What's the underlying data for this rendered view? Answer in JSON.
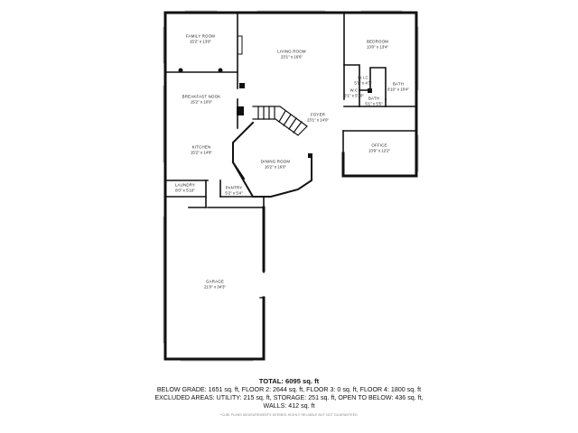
{
  "rooms": {
    "family_room": {
      "name": "FAMILY ROOM",
      "dims": "15'2\" x 13'0\""
    },
    "living_room": {
      "name": "LIVING ROOM",
      "dims": "23'1\" x 16'6\""
    },
    "bedroom": {
      "name": "BEDROOM",
      "dims": "13'0\" x 13'4\""
    },
    "wic": {
      "name": "W.I.C",
      "dims": "5'1\" x 4'3\""
    },
    "bath_master": {
      "name": "BATH",
      "dims": "6'10\" x 10'4\""
    },
    "wc": {
      "name": "W.C",
      "dims": "3'1\" x 5'10\""
    },
    "bath": {
      "name": "BATH",
      "dims": "5'1\" x 5'5\""
    },
    "breakfast_nook": {
      "name": "BREAKFAST NOOK",
      "dims": "15'2\" x 10'0\""
    },
    "foyer": {
      "name": "FOYER",
      "dims": "23'1\" x 14'0\""
    },
    "kitchen": {
      "name": "KITCHEN",
      "dims": "15'2\" x 14'8\""
    },
    "office": {
      "name": "OFFICE",
      "dims": "13'9\" x 12'2\""
    },
    "dining_room": {
      "name": "DINING ROOM",
      "dims": "16'2\" x 16'0\""
    },
    "laundry": {
      "name": "LAUNDRY",
      "dims": "8'0\" x 5'10\""
    },
    "pantry": {
      "name": "PANTRY",
      "dims": "5'2\" x 5'4\""
    },
    "garage": {
      "name": "GARAGE",
      "dims": "21'0\" x 34'3\""
    }
  },
  "summary": {
    "total": "TOTAL: 6095 sq. ft",
    "line1": "BELOW GRADE: 1651 sq. ft, FLOOR 2: 2644 sq. ft, FLOOR 3: 0 sq. ft, FLOOR 4: 1800 sq. ft",
    "line2": "EXCLUDED AREAS: UTILITY: 215 sq. ft, STORAGE: 251 sq. ft, OPEN TO BELOW: 436 sq. ft,",
    "line3": "WALLS: 412 sq. ft",
    "note": "*CUBI PLANS MEASUREMENTS DEEMED HIGHLY RELIABLE BUT NOT GUARANTEED"
  }
}
